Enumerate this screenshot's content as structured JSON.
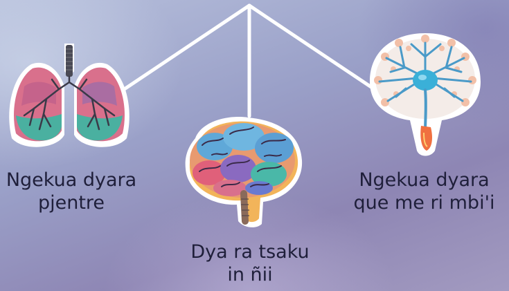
{
  "nodes": [
    {
      "id": "lungs",
      "line1": "Ngekua dyara",
      "line2": "pjentre",
      "icon": "lungs-icon"
    },
    {
      "id": "brain",
      "line1": "Dya ra tsaku",
      "line2": "in ñii",
      "icon": "brain-icon"
    },
    {
      "id": "neuron",
      "line1": "Ngekua dyara",
      "line2": "que me ri mbi'i",
      "icon": "neuron-icon"
    }
  ],
  "colors": {
    "connector": "#ffffff",
    "text": "#1f1f3a"
  }
}
